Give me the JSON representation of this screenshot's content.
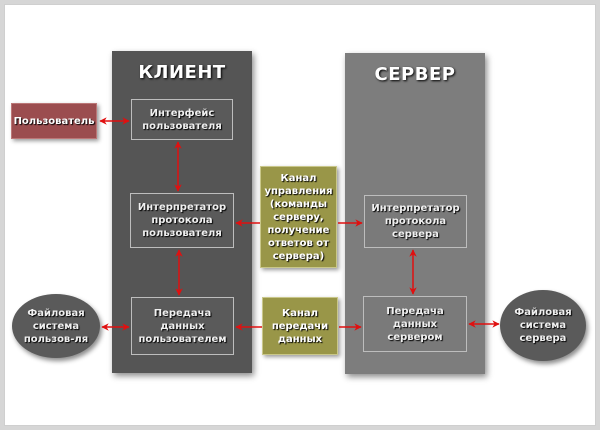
{
  "client": {
    "title": "КЛИЕНТ",
    "ui_box": "Интерфейс\nпользователя",
    "pi_box": "Интерпретатор\nпротокола\nпользователя",
    "dtp_box": "Передача\nданных\nпользователем"
  },
  "server": {
    "title": "СЕРВЕР",
    "pi_box": "Интерпретатор\nпротокола\nсервера",
    "dtp_box": "Передача\nданных\nсервером"
  },
  "user_box": "Пользователь",
  "control_channel": "Канал\nуправления\n(команды\nсерверу,\nполучение\nответов от\nсервера)",
  "data_channel": "Канал\nпередачи\nданных",
  "user_fs": "Файловая\nсистема\nпользов-ля",
  "server_fs": "Файловая\nсистема\nсервера",
  "colors": {
    "arrow": "#e01010",
    "client_bg": "#555555",
    "server_bg": "#7d7d7d",
    "user_bg": "#9b4d4f",
    "channel_bg": "#999648"
  }
}
